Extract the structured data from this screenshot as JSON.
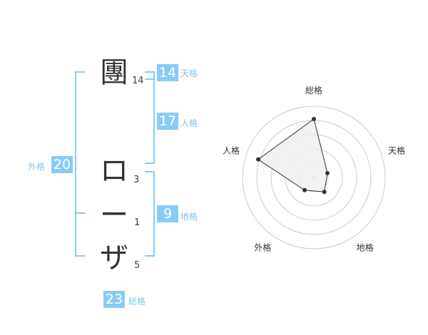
{
  "characters": [
    {
      "char": "團",
      "strokes": "14"
    },
    {
      "char": "ロ",
      "strokes": "3"
    },
    {
      "char": "ー",
      "strokes": "1"
    },
    {
      "char": "ザ",
      "strokes": "5"
    }
  ],
  "fortune": {
    "tenkaku": {
      "value": "14",
      "label": "天格"
    },
    "jinkaku": {
      "value": "17",
      "label": "人格"
    },
    "chikaku": {
      "value": "9",
      "label": "地格"
    },
    "gaikaku": {
      "value": "20",
      "label": "外格"
    },
    "soukaku": {
      "value": "23",
      "label": "総格"
    }
  },
  "chart_data": {
    "type": "radar",
    "axes": [
      "総格",
      "天格",
      "地格",
      "外格",
      "人格"
    ],
    "values": [
      0.82,
      0.2,
      0.25,
      0.22,
      0.82
    ],
    "max": 1,
    "rings": 5,
    "colors": {
      "fill": "#f0f0f0",
      "line": "#333333",
      "ring": "#cccccc",
      "point": "#333333",
      "center": "#cccccc"
    }
  }
}
